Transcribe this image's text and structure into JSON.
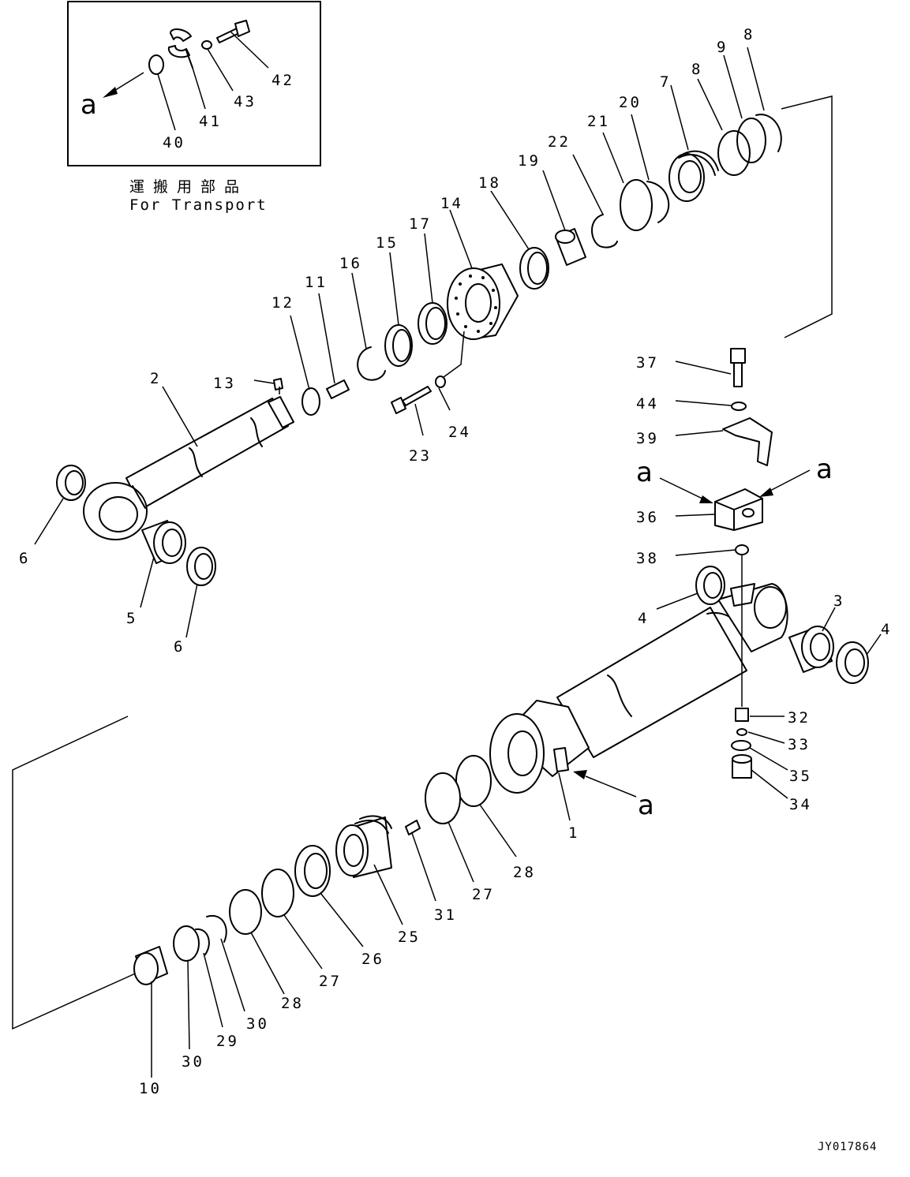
{
  "inset": {
    "caption_ja": "運搬用部品",
    "caption_en": "For Transport"
  },
  "marker": "a",
  "drawing_code": "JY017864",
  "callouts": [
    {
      "id": "c42",
      "label": "42"
    },
    {
      "id": "c43",
      "label": "43"
    },
    {
      "id": "c41",
      "label": "41"
    },
    {
      "id": "c40",
      "label": "40"
    },
    {
      "id": "c8a",
      "label": "8"
    },
    {
      "id": "c9",
      "label": "9"
    },
    {
      "id": "c8b",
      "label": "8"
    },
    {
      "id": "c7",
      "label": "7"
    },
    {
      "id": "c20",
      "label": "20"
    },
    {
      "id": "c21",
      "label": "21"
    },
    {
      "id": "c22",
      "label": "22"
    },
    {
      "id": "c19",
      "label": "19"
    },
    {
      "id": "c18",
      "label": "18"
    },
    {
      "id": "c14",
      "label": "14"
    },
    {
      "id": "c17",
      "label": "17"
    },
    {
      "id": "c15",
      "label": "15"
    },
    {
      "id": "c16",
      "label": "16"
    },
    {
      "id": "c11",
      "label": "11"
    },
    {
      "id": "c12",
      "label": "12"
    },
    {
      "id": "c13",
      "label": "13"
    },
    {
      "id": "c2",
      "label": "2"
    },
    {
      "id": "c23",
      "label": "23"
    },
    {
      "id": "c24",
      "label": "24"
    },
    {
      "id": "c37",
      "label": "37"
    },
    {
      "id": "c44",
      "label": "44"
    },
    {
      "id": "c39",
      "label": "39"
    },
    {
      "id": "c36",
      "label": "36"
    },
    {
      "id": "c38",
      "label": "38"
    },
    {
      "id": "c6a",
      "label": "6"
    },
    {
      "id": "c5",
      "label": "5"
    },
    {
      "id": "c6b",
      "label": "6"
    },
    {
      "id": "c4a",
      "label": "4"
    },
    {
      "id": "c3",
      "label": "3"
    },
    {
      "id": "c4b",
      "label": "4"
    },
    {
      "id": "c32",
      "label": "32"
    },
    {
      "id": "c33",
      "label": "33"
    },
    {
      "id": "c35",
      "label": "35"
    },
    {
      "id": "c34",
      "label": "34"
    },
    {
      "id": "c1",
      "label": "1"
    },
    {
      "id": "c28a",
      "label": "28"
    },
    {
      "id": "c27a",
      "label": "27"
    },
    {
      "id": "c31",
      "label": "31"
    },
    {
      "id": "c25",
      "label": "25"
    },
    {
      "id": "c26",
      "label": "26"
    },
    {
      "id": "c27b",
      "label": "27"
    },
    {
      "id": "c28b",
      "label": "28"
    },
    {
      "id": "c30a",
      "label": "30"
    },
    {
      "id": "c29",
      "label": "29"
    },
    {
      "id": "c30b",
      "label": "30"
    },
    {
      "id": "c10",
      "label": "10"
    }
  ]
}
